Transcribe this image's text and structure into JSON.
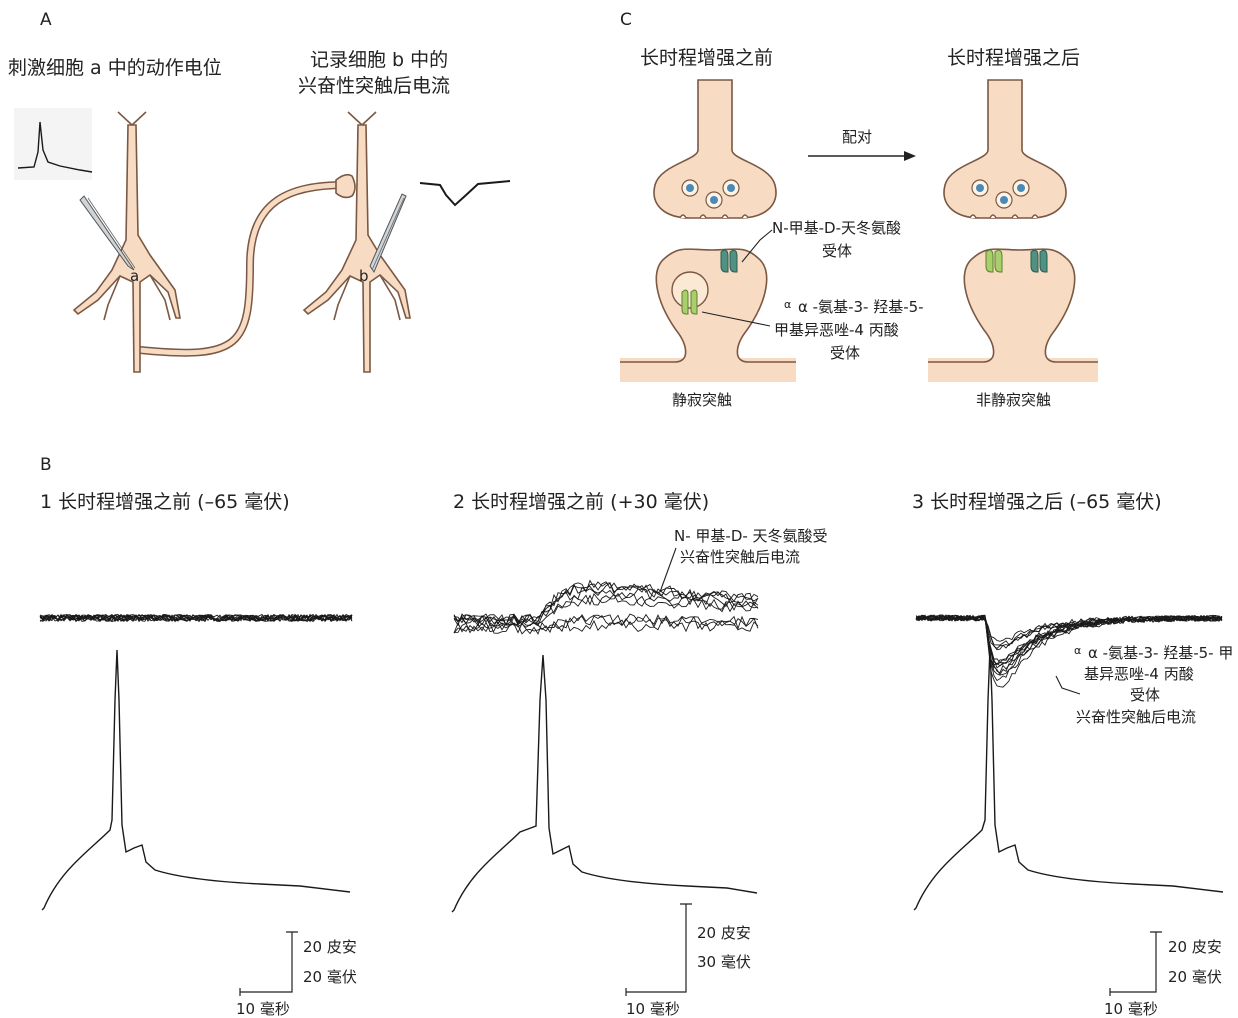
{
  "panels": {
    "A": {
      "label": "A",
      "stim_label": "刺激细胞 a 中的动作电位",
      "record_label_1": "记录细胞 b 中的",
      "record_label_2": "兴奋性突触后电流",
      "cell_a": "a",
      "cell_b": "b"
    },
    "B": {
      "label": "B",
      "traces": [
        {
          "title": "1  长时程增强之前 (–65 毫伏)",
          "scale_current": "20 皮安",
          "scale_voltage": "20 毫伏",
          "scale_time": "10 毫秒"
        },
        {
          "title": "2  长时程增强之前 (+30 毫伏)",
          "annotation_1": "N- 甲基-D- 天冬氨酸受",
          "annotation_2": "兴奋性突触后电流",
          "scale_current": "20 皮安",
          "scale_voltage": "30 毫伏",
          "scale_time": "10 毫秒"
        },
        {
          "title": "3  长时程增强之后 (–65 毫伏)",
          "annotation_1": "α -氨基-3- 羟基-5- 甲",
          "annotation_2": "基异恶唑-4 丙酸",
          "annotation_3": "受体",
          "annotation_4": "兴奋性突触后电流",
          "scale_current": "20 皮安",
          "scale_voltage": "20 毫伏",
          "scale_time": "10 毫秒"
        }
      ]
    },
    "C": {
      "label": "C",
      "before_title": "长时程增强之前",
      "after_title": "长时程增强之后",
      "pairing_label": "配对",
      "nmda_label_1": "N-甲基-D-天冬氨酸",
      "nmda_label_2": "受体",
      "ampa_label_1": "α -氨基-3- 羟基-5-",
      "ampa_label_2": "甲基异恶唑-4 丙酸",
      "ampa_label_3": "受体",
      "silent_label": "静寂突触",
      "nonsilent_label": "非静寂突触"
    }
  },
  "colors": {
    "cell_fill": "#f7dcc3",
    "cell_outline": "#7a5844",
    "nmda_receptor": "#4f9182",
    "ampa_receptor": "#a9cf6c",
    "vesicle_core": "#4a8ab8",
    "trace": "#1a1a1a"
  }
}
